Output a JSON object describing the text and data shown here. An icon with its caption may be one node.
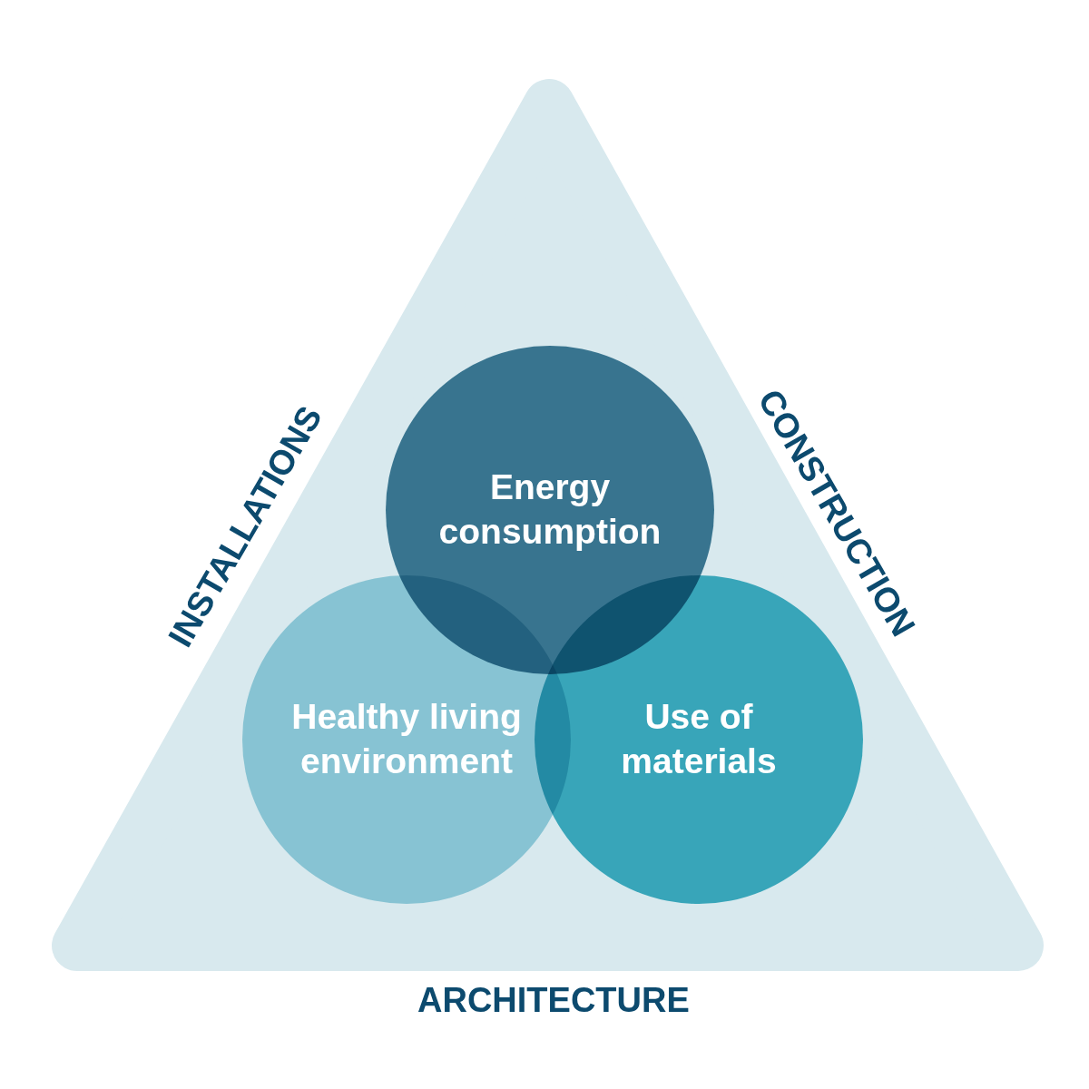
{
  "diagram": {
    "nodes": [
      {
        "text": [
          "INSTALLATIONS",
          "CONSTRUCTION",
          "ARCHITECTURE"
        ]
      },
      {
        "text": [
          "Energy consumption"
        ],
        "in": 0
      },
      {
        "text": [
          "Healthy living environment"
        ],
        "in": 0
      },
      {
        "text": [
          "Use of materials"
        ],
        "in": 0
      }
    ]
  }
}
